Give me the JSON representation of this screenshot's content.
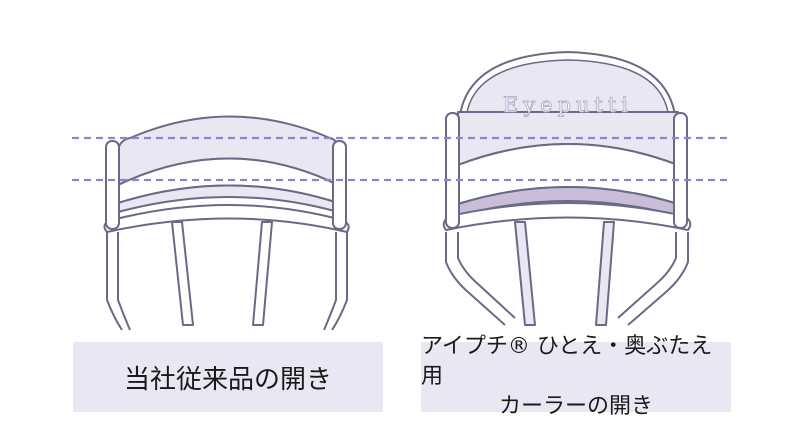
{
  "diagram": {
    "brand_text": "Eyeputti",
    "colors": {
      "outline": "#6a6a86",
      "fill": "#ffffff",
      "lavender": "#e9e7f2",
      "dashed_line": "#8f86c4",
      "highlight_band": "#c8bed9"
    }
  },
  "labels": {
    "left": "当社従来品の開き",
    "right_line1": "アイプチ® ひとえ・奥ぶたえ用",
    "right_line2": "カーラーの開き"
  }
}
